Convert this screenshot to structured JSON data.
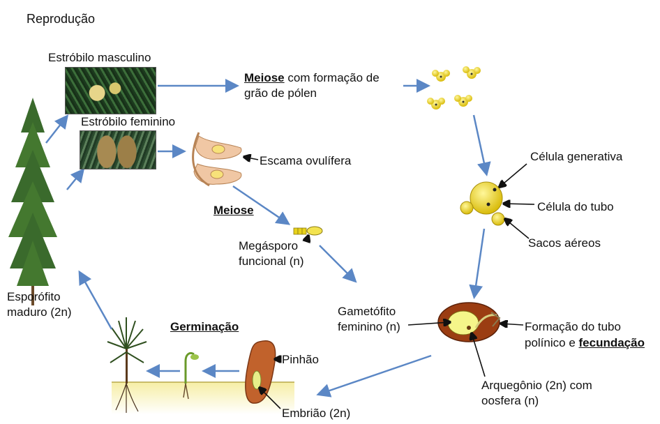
{
  "title": "Reprodução",
  "labels": {
    "estrobilo_masculino": "Estróbilo masculino",
    "estrobilo_feminino": "Estróbilo feminino",
    "meiose_top_bold": "Meiose",
    "meiose_top_rest": " com formação de\ngrão de pólen",
    "escama": "Escama ovulífera",
    "meiose_mid": "Meiose",
    "megasporo": "Megásporo\nfuncional (n)",
    "celula_generativa": "Célula generativa",
    "celula_tubo": "Célula do tubo",
    "sacos": "Sacos aéreos",
    "esporofito": "Esporófito\nmaduro (2n)",
    "gametofito": "Gametófito\nfeminino (n)",
    "formacao_line1": "Formação do tubo",
    "formacao_line2_pre": "polínico e ",
    "formacao_line2_bold": "fecundação",
    "germinacao": "Germinação",
    "pinhao": "Pinhão",
    "arquegonio": "Arquegônio (2n) com\noosfera (n)",
    "embriao": "Embrião (2n)"
  },
  "colors": {
    "arrow": "#5b87c5",
    "pollen": "#e8d21a",
    "ovule": "#f0c7a4",
    "seed": "#c1622c",
    "soil": "#f3eaa0"
  }
}
